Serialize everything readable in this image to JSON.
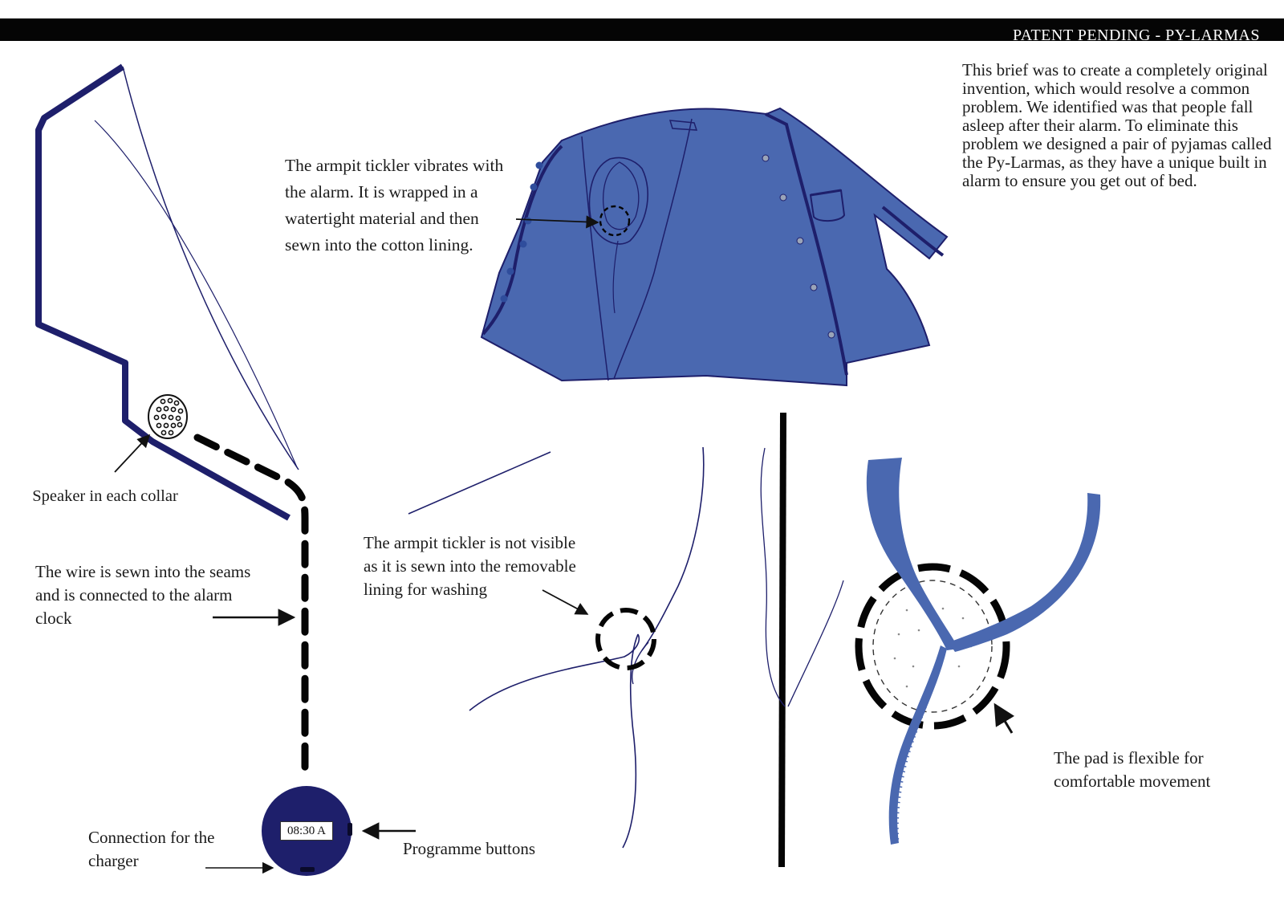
{
  "header": {
    "title": "PATENT PENDING - PY-LARMAS"
  },
  "intro": {
    "text": "This brief was to create a completely original invention, which would resolve a common problem. We identified was that people fall asleep after their alarm. To eliminate this problem we designed a pair of pyjamas called the Py-Larmas, as they have a unique built in alarm to ensure you get out of bed."
  },
  "captions": {
    "armpit_tickler": "The armpit tickler vibrates with the alarm. It is wrapped in a watertight material and then sewn into the cotton lining.",
    "speaker": "Speaker in each collar",
    "wire": "The wire is sewn into the seams and is connected to the alarm clock",
    "not_visible": "The armpit tickler is not visible as it is sewn into the removable lining for washing",
    "charger": "Connection for the charger",
    "programme_buttons": "Programme buttons",
    "pad": "The pad is flexible for comfortable movement"
  },
  "clock": {
    "display": "08:30 A"
  },
  "colors": {
    "navy": "#1e1f6b",
    "garment_blue": "#4a68b0",
    "black": "#050505"
  },
  "icons": {
    "speaker": "speaker-icon",
    "clock": "alarm-clock-icon",
    "tickler": "tickler-pad-icon"
  }
}
